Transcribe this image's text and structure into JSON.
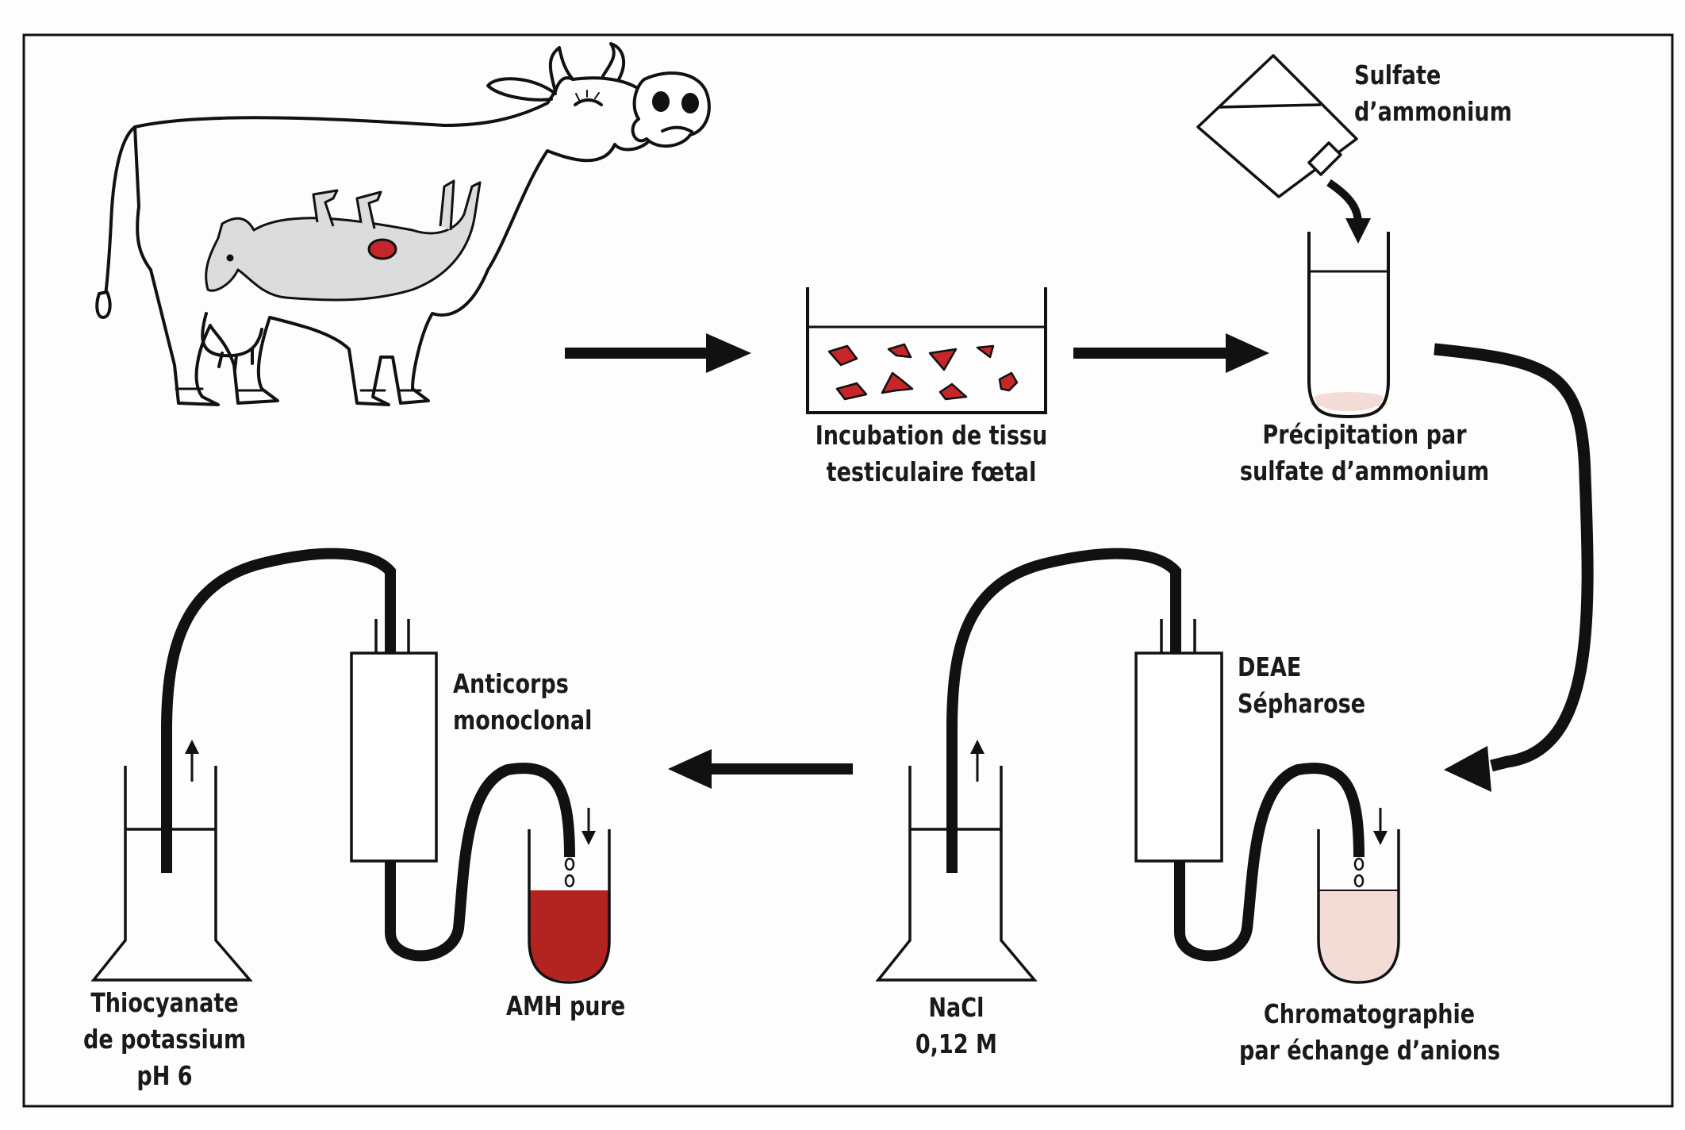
{
  "labels": {
    "sulfate_top": [
      "Sulfate",
      "d’ammonium"
    ],
    "incubation": [
      "Incubation de tissu",
      "testiculaire fœtal"
    ],
    "precipitation": [
      "Précipitation par",
      "sulfate d’ammonium"
    ],
    "anticorps": [
      "Anticorps",
      "monoclonal"
    ],
    "deae": [
      "DEAE",
      "Sépharose"
    ],
    "thiocyanate": [
      "Thiocyanate",
      "de potassium",
      "pH 6"
    ],
    "amh": [
      "AMH pure"
    ],
    "nacl": [
      "NaCl",
      "0,12 M"
    ],
    "chromatographie": [
      "Chromatographie",
      "par échange d’anions"
    ]
  },
  "colors": {
    "ink": "#111111",
    "tissue_red": "#c4262a",
    "amh_red": "#b3231f",
    "pale_pink": "#f3dcd6",
    "fetus_grey": "#dcdcdc"
  }
}
